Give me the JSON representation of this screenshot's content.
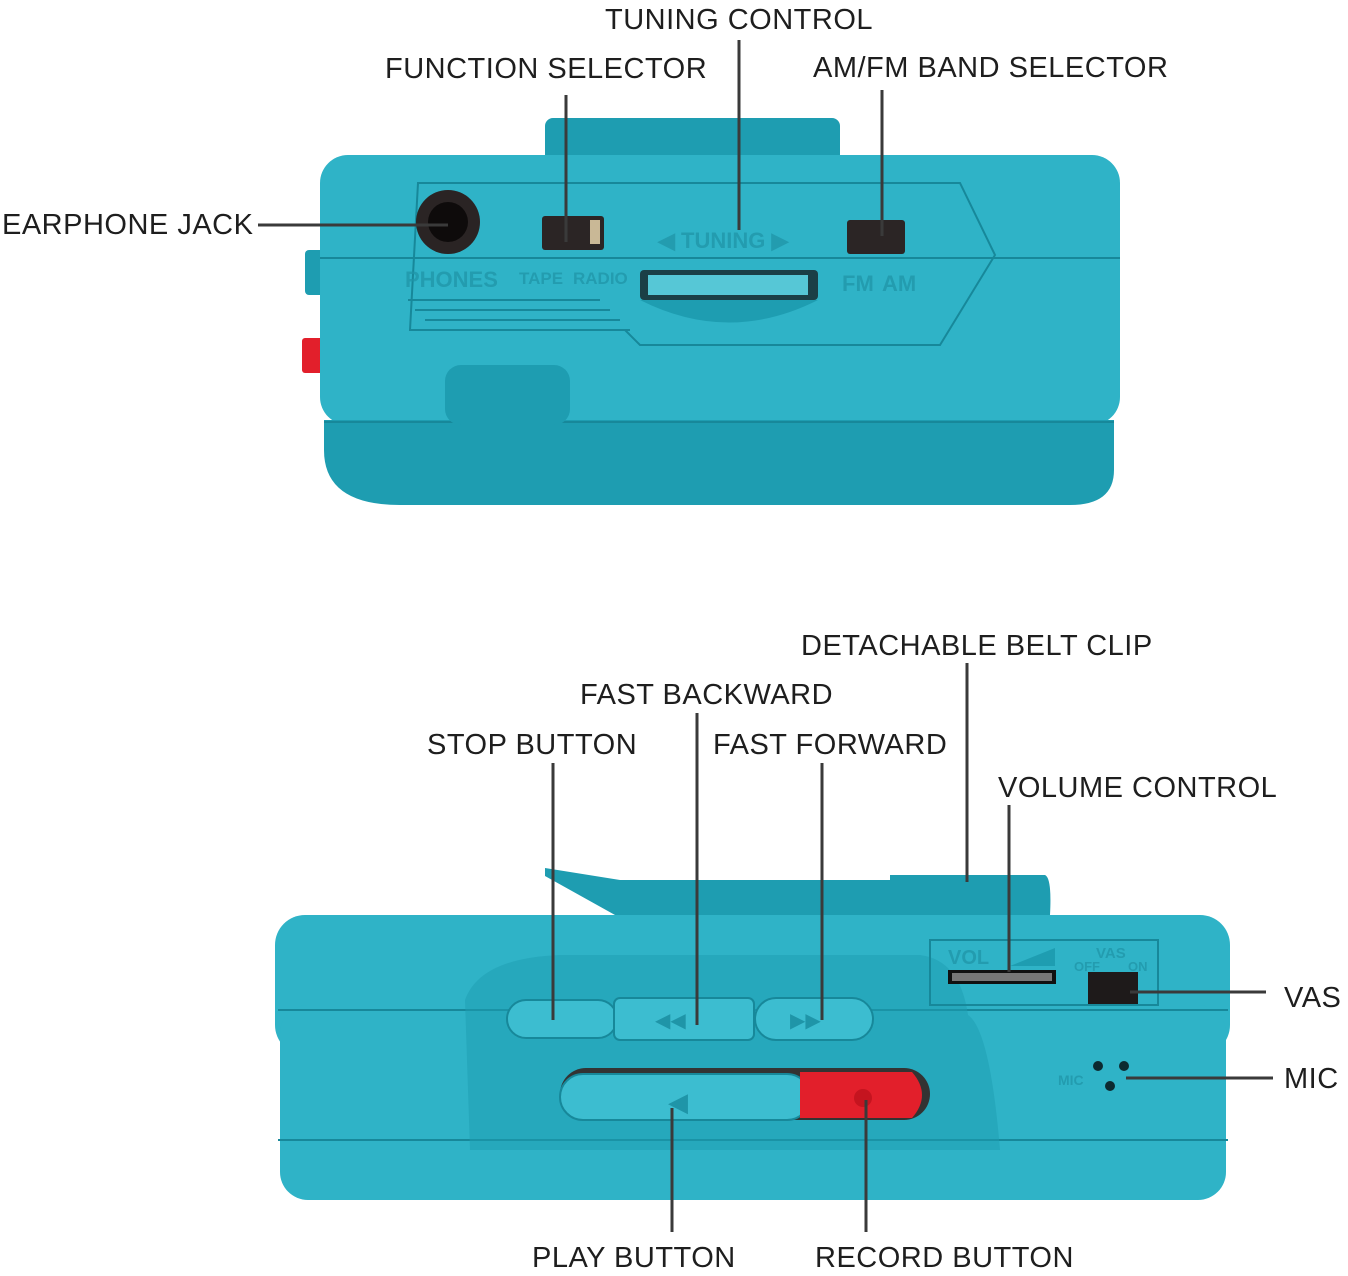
{
  "colors": {
    "body": "#2fb3c7",
    "shade": "#1e9db1",
    "record": "#e21f2b",
    "line": "#3a3a3a"
  },
  "top_view": {
    "labels": {
      "tuning_control": "TUNING CONTROL",
      "function_selector": "FUNCTION SELECTOR",
      "band_selector": "AM/FM BAND SELECTOR",
      "earphone_jack": "EARPHONE JACK"
    },
    "markings": {
      "phones": "PHONES",
      "tape": "TAPE",
      "radio": "RADIO",
      "tuning": "TUNING",
      "fm": "FM",
      "am": "AM"
    }
  },
  "front_view": {
    "labels": {
      "belt_clip": "DETACHABLE BELT CLIP",
      "fast_backward": "FAST BACKWARD",
      "stop_button": "STOP BUTTON",
      "fast_forward": "FAST FORWARD",
      "volume_control": "VOLUME CONTROL",
      "vas": "VAS",
      "mic": "MIC",
      "play_button": "PLAY BUTTON",
      "record_button": "RECORD BUTTON"
    },
    "markings": {
      "vol": "VOL",
      "vas": "VAS",
      "off": "OFF",
      "on": "ON",
      "mic": "MIC"
    }
  }
}
